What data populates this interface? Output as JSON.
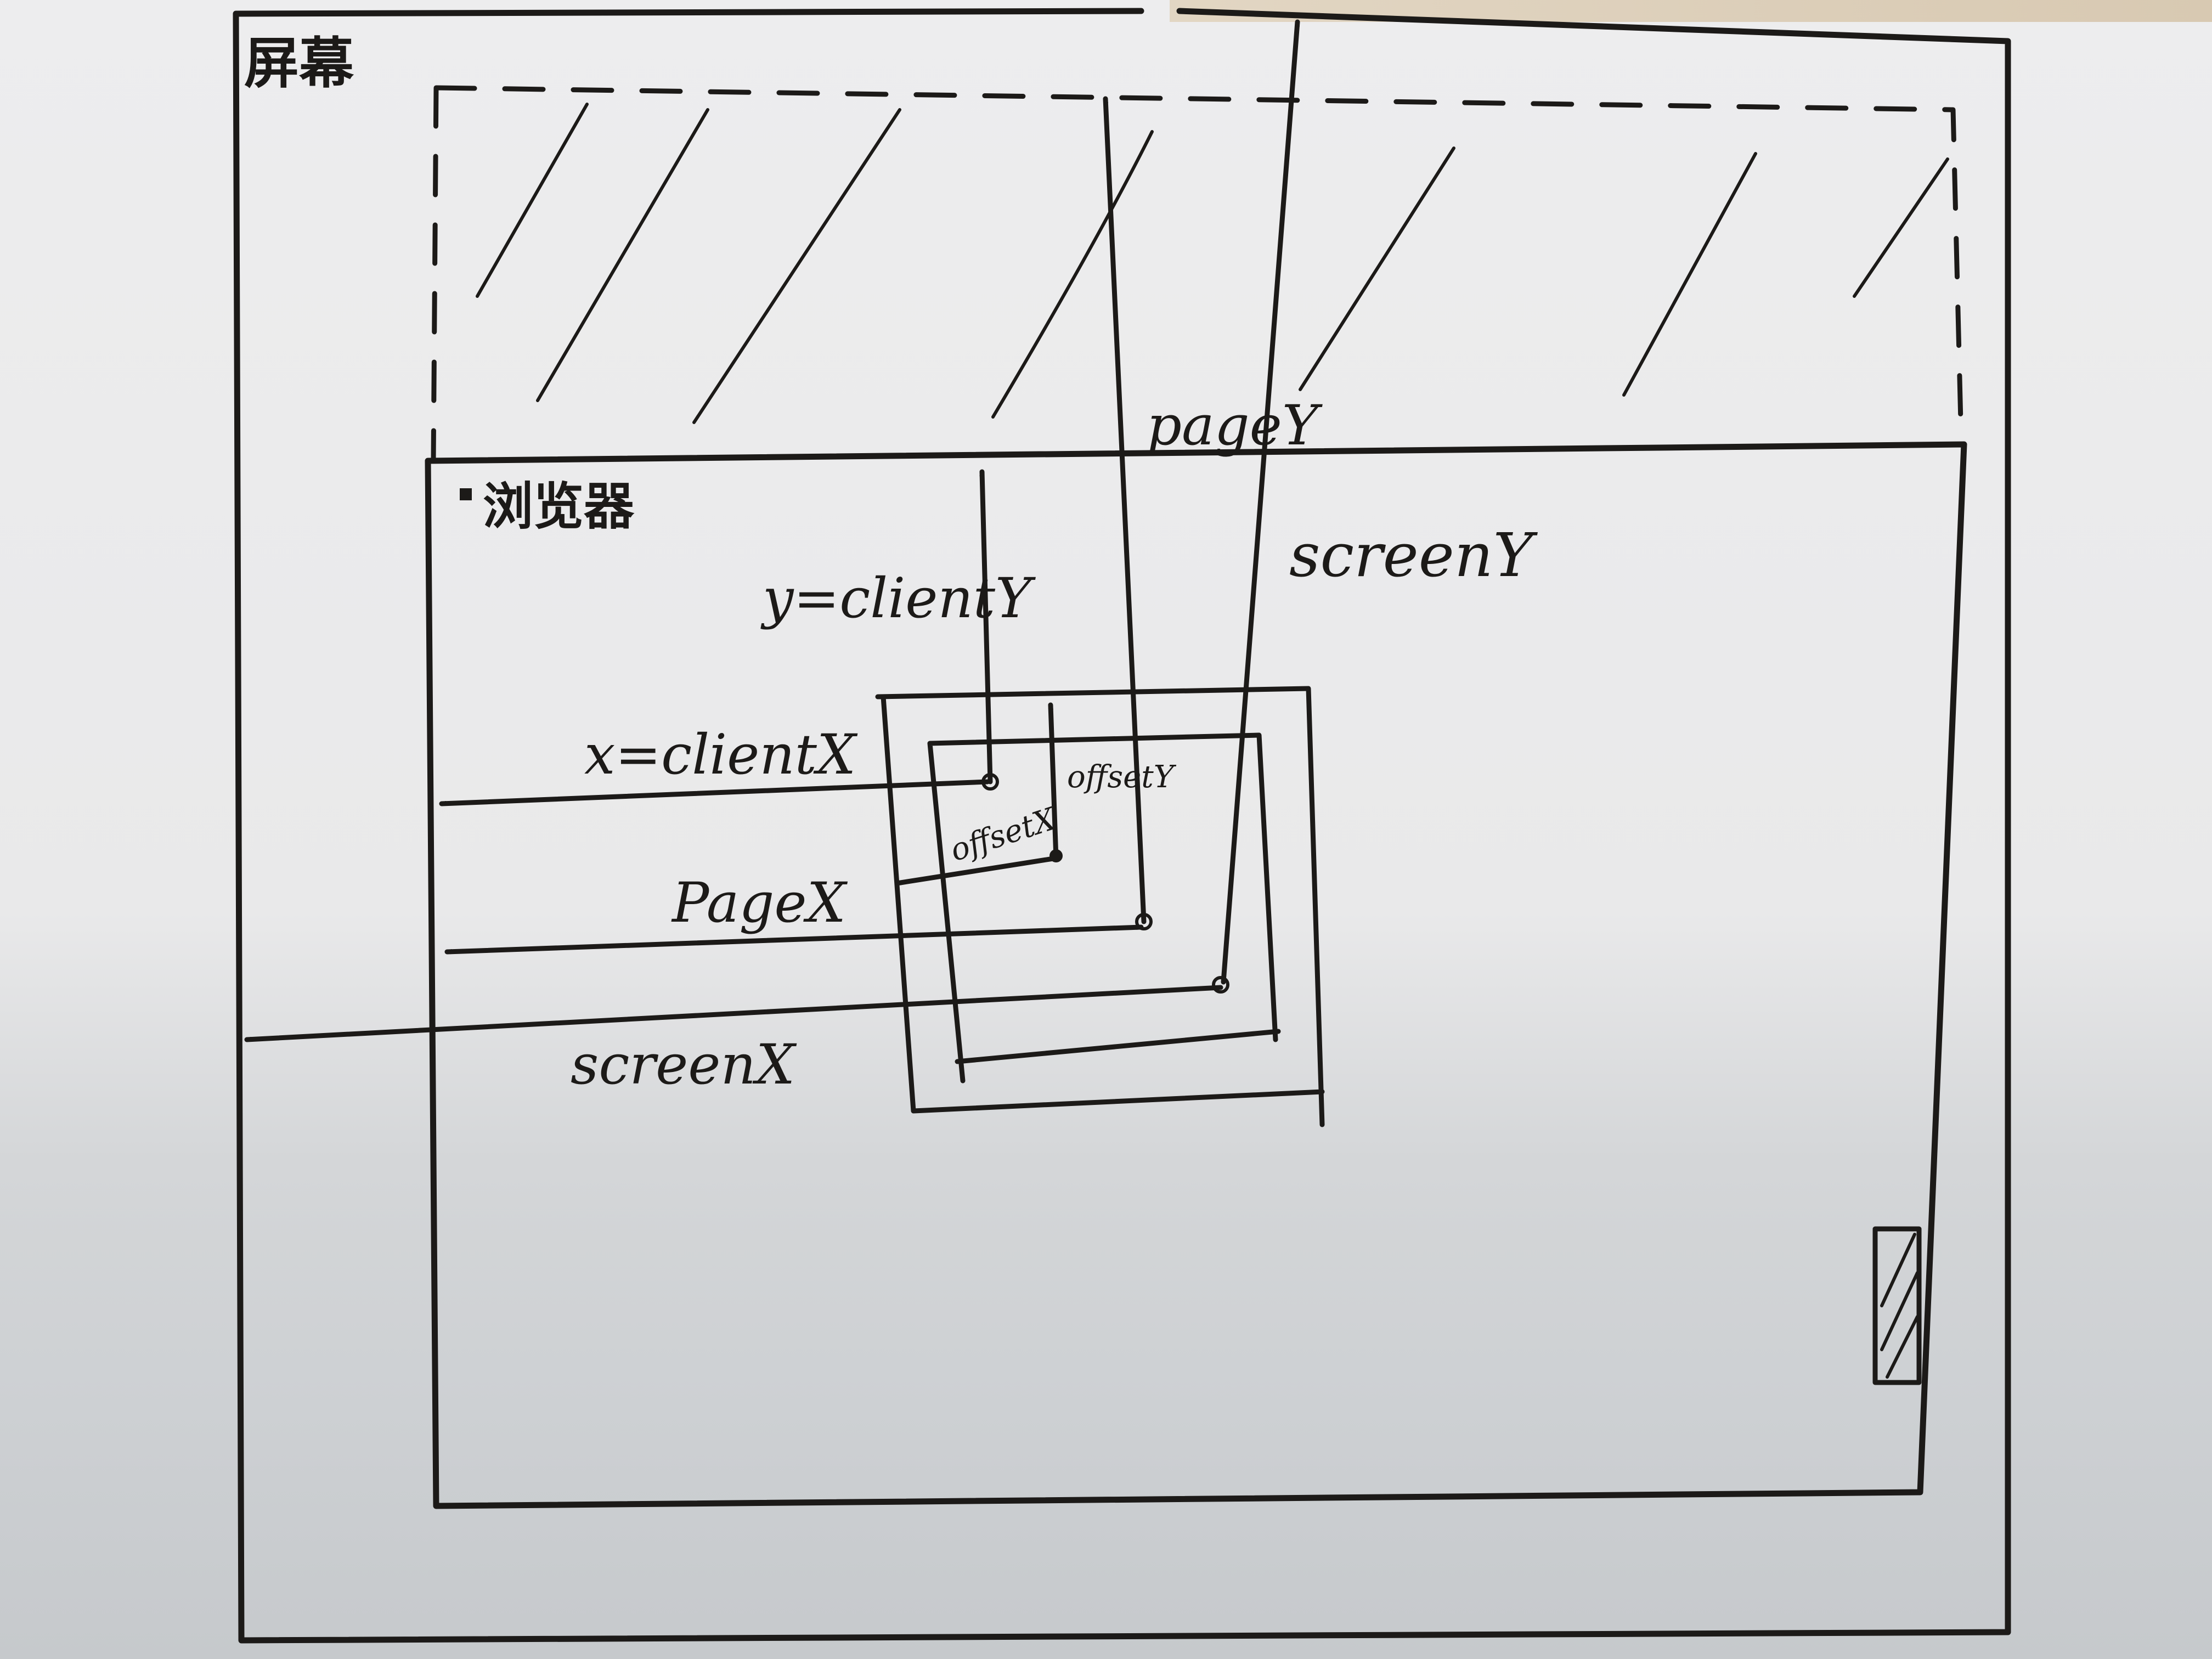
{
  "labels": {
    "screen": "屏幕",
    "browser": "浏览器",
    "client_y": "y=clientY",
    "client_x": "x=clientX",
    "page_y": "pageY",
    "page_x": "PageX",
    "screen_y": "screenY",
    "screen_x": "screenX",
    "offset_x": "offsetX",
    "offset_y": "offsetY"
  },
  "colors": {
    "ink": "#1c1a18",
    "paper": "#ececed",
    "desk": "#d9cdbb"
  }
}
